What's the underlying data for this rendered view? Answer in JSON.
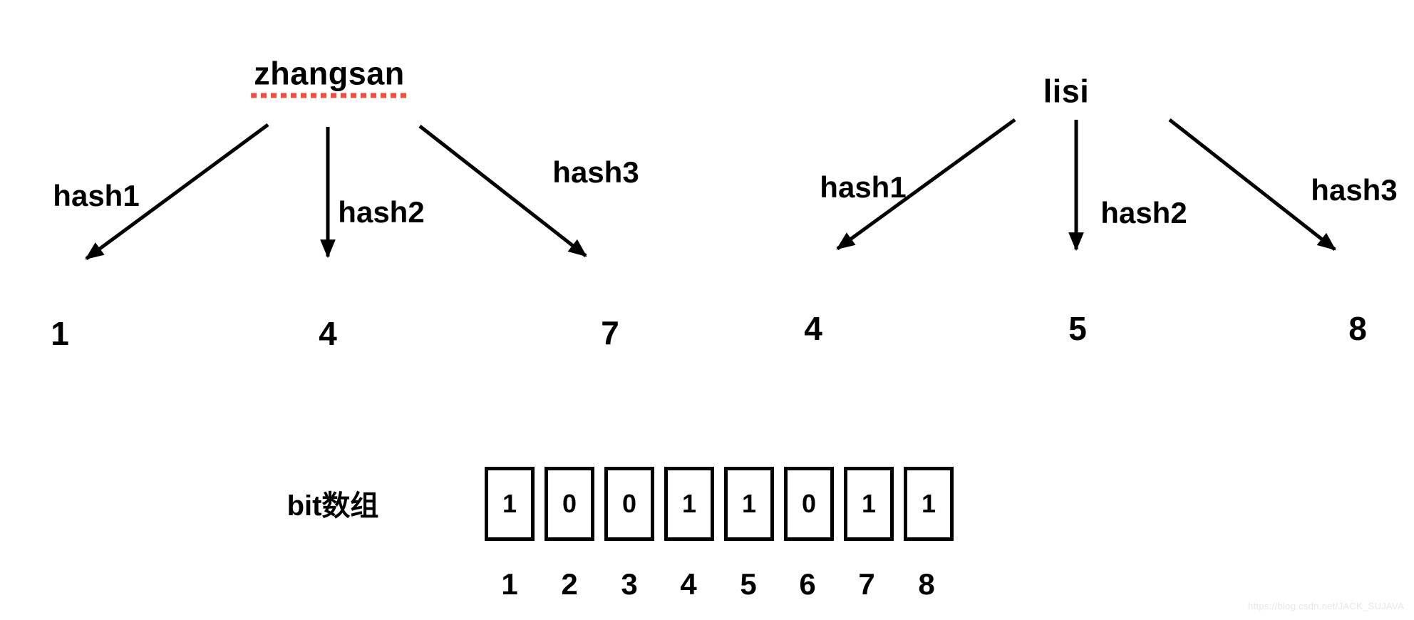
{
  "diagram": {
    "background": "#ffffff",
    "ink_color": "#000000",
    "underline_color": "#ef4f3e",
    "watermark_color": "#e6e6e6",
    "groups": [
      {
        "name": "zhangsan",
        "underlined": true,
        "hashes": [
          {
            "label": "hash1",
            "result": "1"
          },
          {
            "label": "hash2",
            "result": "4"
          },
          {
            "label": "hash3",
            "result": "7"
          }
        ]
      },
      {
        "name": "lisi",
        "underlined": false,
        "hashes": [
          {
            "label": "hash1",
            "result": "4"
          },
          {
            "label": "hash2",
            "result": "5"
          },
          {
            "label": "hash3",
            "result": "8"
          }
        ]
      }
    ],
    "bit_array": {
      "label": "bit数组",
      "cells": [
        "1",
        "0",
        "0",
        "1",
        "1",
        "0",
        "1",
        "1"
      ],
      "indices": [
        "1",
        "2",
        "3",
        "4",
        "5",
        "6",
        "7",
        "8"
      ]
    },
    "watermark": "https://blog.csdn.net/JACK_SUJAVA"
  }
}
